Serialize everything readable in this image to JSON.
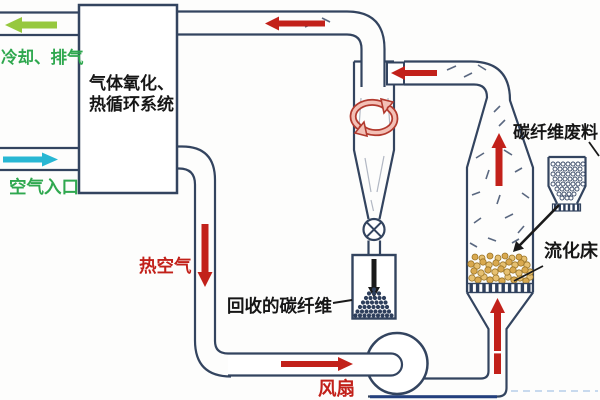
{
  "system_box": {
    "label_line1": "气体氧化、",
    "label_line2": "热循环系统"
  },
  "labels": {
    "cooling_exhaust": "冷却、排气",
    "air_inlet": "空气入口",
    "hot_air": "热空气",
    "recycled_carbon_fiber": "回收的碳纤维",
    "fan": "风扇",
    "fluidized_bed": "流化床",
    "carbon_fiber_waste": "碳纤维废料"
  },
  "icons": {
    "exhaust_arrow": "left-arrow-green",
    "air_inlet_arrow": "right-arrow-cyan",
    "flow_arrows": "red-flow-arrows",
    "cyclone_swirl": "red-swirl",
    "valve": "circle-x-rotary-valve",
    "collected_fiber_arrow": "black-down-arrow",
    "feed_arrow": "black-diagonal-arrow"
  },
  "colors": {
    "outline": "#33445f",
    "flow_red": "#c2211a",
    "text_red": "#c2211a",
    "text_green": "#2fa84f",
    "arrow_green": "#96c83e",
    "arrow_cyan": "#28b7d3",
    "text_black": "#161616",
    "particle_tan": "#ddb264",
    "outlet_blue": "#24407e"
  }
}
